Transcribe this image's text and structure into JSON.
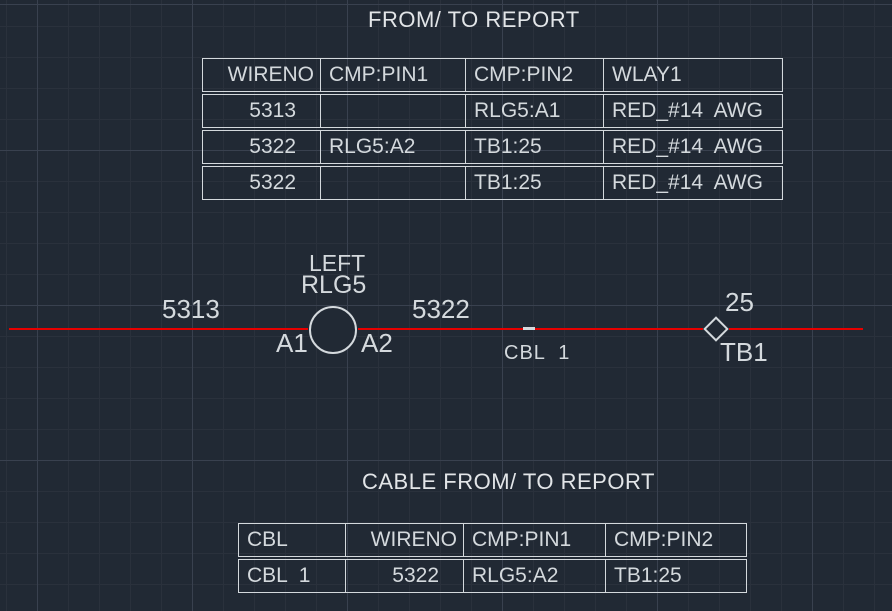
{
  "titles": {
    "report1": "FROM/ TO REPORT",
    "report2": "CABLE FROM/ TO REPORT"
  },
  "report1": {
    "columns": [
      "WIRENO",
      "CMP:PIN1",
      "CMP:PIN2",
      "WLAY1"
    ],
    "rows": [
      [
        "5313",
        "",
        "RLG5:A1",
        "RED_#14  AWG"
      ],
      [
        "5322",
        "RLG5:A2",
        "TB1:25",
        "RED_#14  AWG"
      ],
      [
        "5322",
        "",
        "TB1:25",
        "RED_#14  AWG"
      ]
    ]
  },
  "report2": {
    "columns": [
      "CBL",
      "WIRENO",
      "CMP:PIN1",
      "CMP:PIN2"
    ],
    "rows": [
      [
        "CBL  1",
        "5322",
        "RLG5:A2",
        "TB1:25"
      ]
    ]
  },
  "diagram": {
    "wire_left": "5313",
    "wire_right": "5322",
    "component_location": "LEFT",
    "component_tag": "RLG5",
    "pin_left": "A1",
    "pin_right": "A2",
    "cable_label": "CBL  1",
    "terminal_pin": "25",
    "terminal_tag": "TB1"
  },
  "colors": {
    "background": "#212934",
    "grid_minor": "#2a313c",
    "grid_major": "#39414f",
    "foreground": "#d4d9dd",
    "wire": "#e60000"
  }
}
